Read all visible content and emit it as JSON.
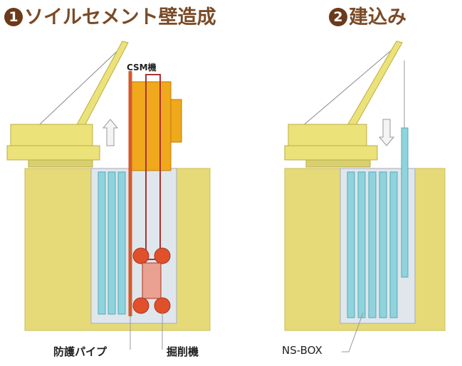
{
  "step1": {
    "number": "1",
    "title": "ソイルセメント壁造成",
    "labels": {
      "csm": "CSM機",
      "pipe": "防護パイプ",
      "excavator": "掘削機"
    }
  },
  "step2": {
    "number": "2",
    "title": "建込み",
    "labels": {
      "nsbox": "NS-BOX"
    }
  },
  "colors": {
    "ground": "#e6da78",
    "trench": "#dfe7ec",
    "panel": "#8fd3dc",
    "crane": "#ece27a",
    "machine": "#f0a81c",
    "cutter": "#e0502a",
    "title": "#7a4a26"
  }
}
